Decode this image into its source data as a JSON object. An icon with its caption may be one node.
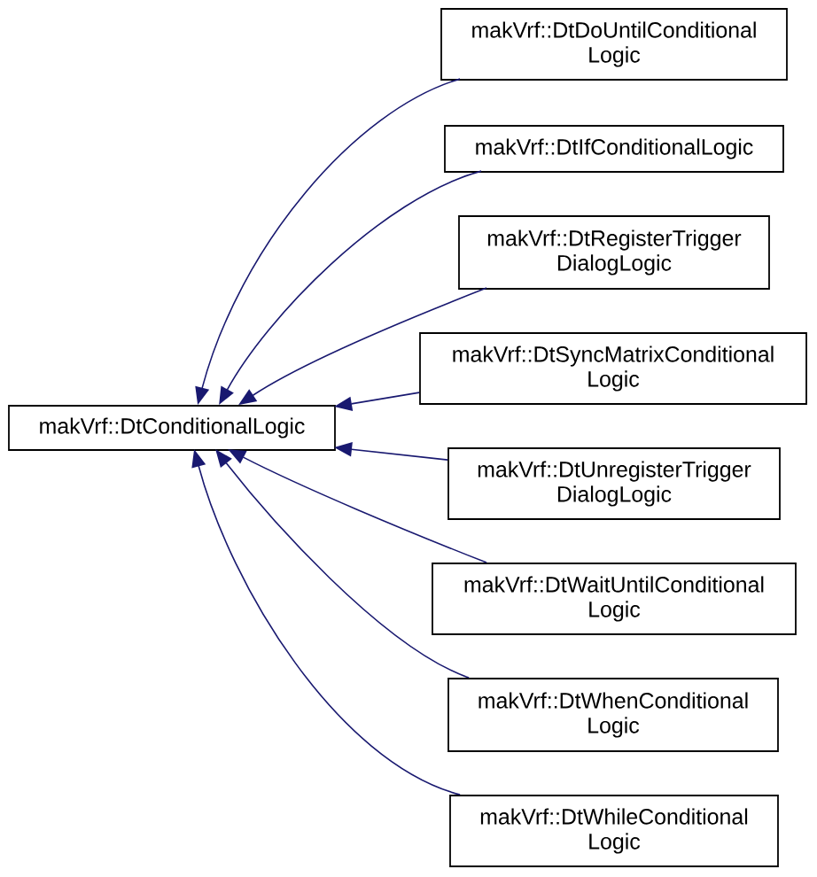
{
  "diagram": {
    "nodes": [
      {
        "text": [
          "makVrf::DtConditionalLogic"
        ]
      },
      {
        "text": [
          "makVrf::DtDoUntilConditional Logic"
        ]
      },
      {
        "text": [
          "makVrf::DtIfConditionalLogic"
        ]
      },
      {
        "text": [
          "makVrf::DtRegisterTrigger DialogLogic"
        ]
      },
      {
        "text": [
          "makVrf::DtSyncMatrixConditional Logic"
        ]
      },
      {
        "text": [
          "makVrf::DtUnregisterTrigger DialogLogic"
        ]
      },
      {
        "text": [
          "makVrf::DtWaitUntilConditional Logic"
        ]
      },
      {
        "text": [
          "makVrf::DtWhenConditional Logic"
        ]
      },
      {
        "text": [
          "makVrf::DtWhileConditional Logic"
        ]
      }
    ],
    "edges": [
      {
        "from": 1,
        "to": 0,
        "arrow": "to"
      },
      {
        "from": 2,
        "to": 0,
        "arrow": "to"
      },
      {
        "from": 3,
        "to": 0,
        "arrow": "to"
      },
      {
        "from": 4,
        "to": 0,
        "arrow": "to"
      },
      {
        "from": 5,
        "to": 0,
        "arrow": "to"
      },
      {
        "from": 6,
        "to": 0,
        "arrow": "to"
      },
      {
        "from": 7,
        "to": 0,
        "arrow": "to"
      },
      {
        "from": 8,
        "to": 0,
        "arrow": "to"
      }
    ]
  }
}
